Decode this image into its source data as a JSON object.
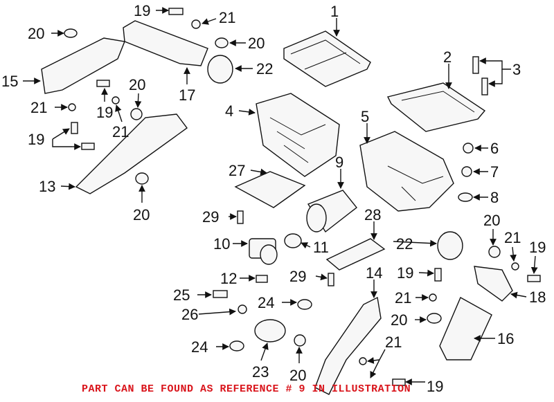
{
  "diagram": {
    "callouts": {
      "c1": "1",
      "c2": "2",
      "c3": "3",
      "c4": "4",
      "c5": "5",
      "c6": "6",
      "c7": "7",
      "c8": "8",
      "c9": "9",
      "c10": "10",
      "c11": "11",
      "c12": "12",
      "c13": "13",
      "c14": "14",
      "c15": "15",
      "c16": "16",
      "c17": "17",
      "c18": "18",
      "c19a": "19",
      "c19b": "19",
      "c19c": "19",
      "c19d": "19",
      "c19e": "19",
      "c19f": "19",
      "c20a": "20",
      "c20b": "20",
      "c20c": "20",
      "c20d": "20",
      "c20e": "20",
      "c20f": "20",
      "c20g": "20",
      "c21a": "21",
      "c21b": "21",
      "c21c": "21",
      "c21d": "21",
      "c21e": "21",
      "c21f": "21",
      "c22a": "22",
      "c22b": "22",
      "c23": "23",
      "c24a": "24",
      "c24b": "24",
      "c25": "25",
      "c26": "26",
      "c27": "27",
      "c28": "28",
      "c29a": "29",
      "c29b": "29"
    },
    "caption": "PART CAN BE FOUND AS REFERENCE # 9 IN ILLUSTRATION",
    "caption_color": "#d9141b"
  }
}
